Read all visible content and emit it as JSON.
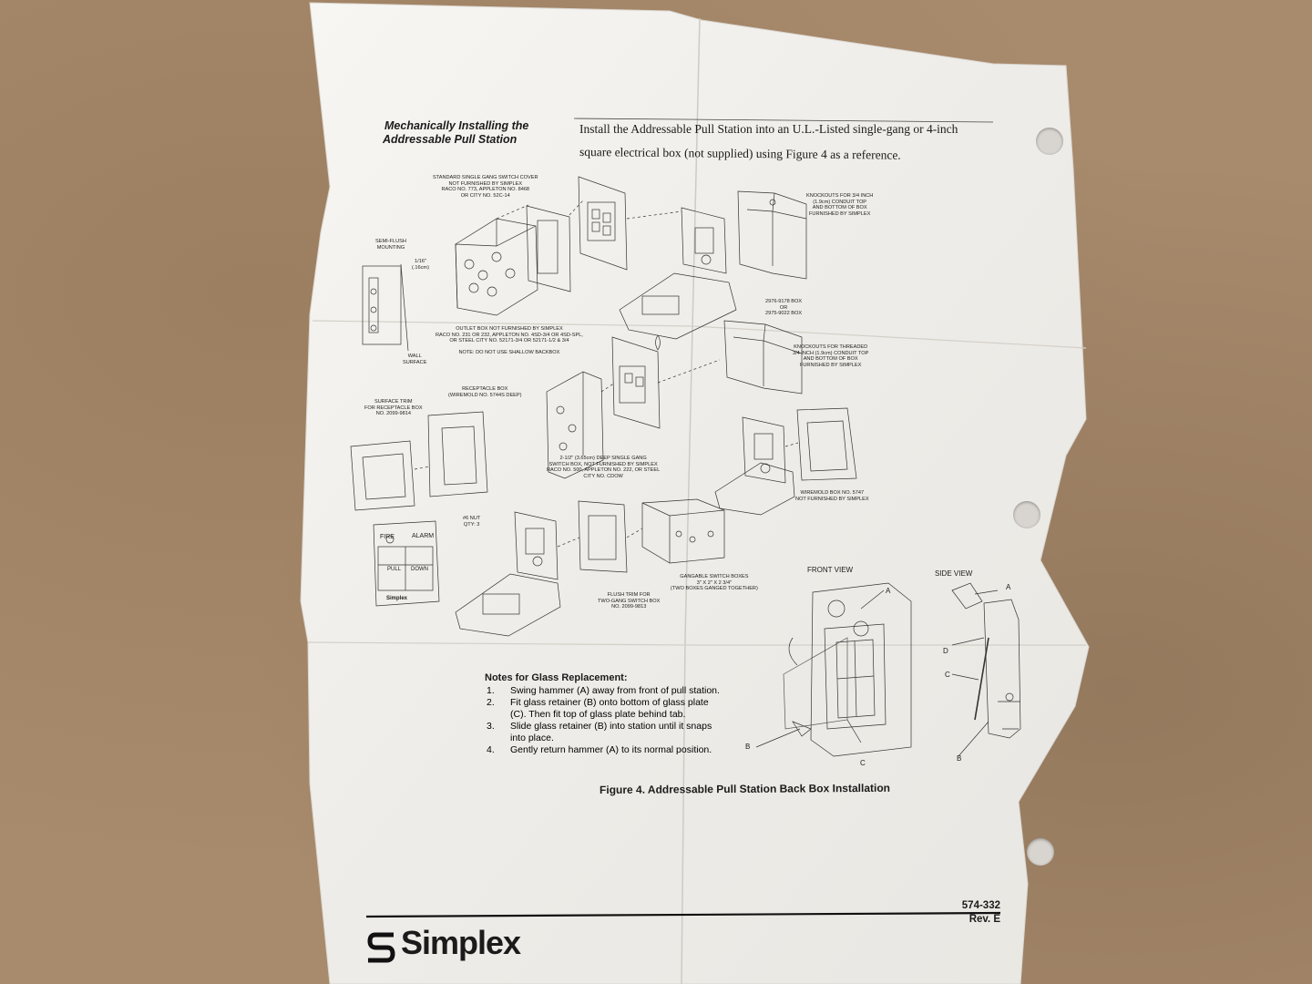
{
  "document": {
    "heading_line1": "Mechanically Installing the",
    "heading_line2": "Addressable Pull Station",
    "intro_line1": "Install the Addressable Pull Station into an U.L.-Listed single-gang or 4-inch",
    "intro_line2": "square electrical box (not supplied) using Figure 4 as a reference.",
    "labels": {
      "std_cover_1": "STANDARD SINGLE GANG SWITCH COVER",
      "std_cover_2": "NOT FURNISHED BY SIMPLEX",
      "std_cover_3": "RACO NO. 773, APPLETON NO. 8468",
      "std_cover_4": "OR CITY NO. 52C-14",
      "knock_34_1": "KNOCKOUTS FOR 3/4 INCH",
      "knock_34_2": "(1.9cm) CONDUIT TOP",
      "knock_34_3": "AND BOTTOM OF BOX",
      "knock_34_4": "FURNISHED BY SIMPLEX",
      "semi_flush_1": "SEMI-FLUSH",
      "semi_flush_2": "MOUNTING",
      "dim_1": "1/16\"",
      "dim_2": "(.16cm)",
      "wall_1": "WALL",
      "wall_2": "SURFACE",
      "outlet_1": "OUTLET BOX NOT FURNISHED BY SIMPLEX",
      "outlet_2": "RACO NO. 231 OR 232, APPLETON NO. 4SD-3/4 OR 4SD-SPL,",
      "outlet_3": "OR STEEL CITY NO. 52171-3/4 OR 52171-1/2 & 3/4",
      "outlet_note": "NOTE: DO NOT USE SHALLOW BACKBOX",
      "box_2976_1": "2976-9178 BOX",
      "box_2976_2": "OR",
      "box_2976_3": "2975-9022 BOX",
      "knock_thr_1": "KNOCKOUTS FOR THREADED",
      "knock_thr_2": "3/4 INCH (1.9cm) CONDUIT TOP",
      "knock_thr_3": "AND BOTTOM OF BOX",
      "knock_thr_4": "FURNISHED BY SIMPLEX",
      "recept_1": "RECEPTACLE BOX",
      "recept_2": "(WIREMOLD NO. 5744S DEEP)",
      "surface_1": "SURFACE TRIM",
      "surface_2": "FOR RECEPTACLE BOX",
      "surface_3": "NO. 2099-9814",
      "deep_1": "2-1/2\" (3.65cm) DEEP SINGLE GANG",
      "deep_2": "SWITCH BOX, NOT FURNISHED BY SIMPLEX",
      "deep_3": "RACO NO. 500, APPLETON NO. 222, OR STEEL",
      "deep_4": "CITY NO. CDOW",
      "wiremold_1": "WIREMOLD BOX NO. 5747",
      "wiremold_2": "NOT FURNISHED BY SIMPLEX",
      "nut_1": "#6 NUT",
      "nut_2": "QTY: 3",
      "flush_1": "FLUSH TRIM FOR",
      "flush_2": "TWO-GANG SWITCH BOX",
      "flush_3": "NO. 2099-9813",
      "gang_1": "GANGABLE SWITCH BOXES",
      "gang_2": "3\" X 2\" X 2 3/4\"",
      "gang_3": "(TWO BOXES GANGED TOGETHER)",
      "front_view": "FRONT VIEW",
      "side_view": "SIDE VIEW",
      "fire": "FIRE",
      "alarm": "ALARM",
      "pull": "PULL",
      "down": "DOWN",
      "device_brand": "Simplex",
      "callout_a": "A",
      "callout_b": "B",
      "callout_c": "C",
      "callout_d": "D"
    },
    "notes": {
      "title": "Notes for Glass Replacement:",
      "items": [
        {
          "num": "1.",
          "text": "Swing hammer (A) away from front of pull station."
        },
        {
          "num": "2.",
          "text": "Fit glass retainer (B) onto bottom of glass plate"
        },
        {
          "num": "",
          "text": "(C).  Then fit top of glass plate behind tab."
        },
        {
          "num": "3.",
          "text": "Slide glass retainer (B) into station until it snaps"
        },
        {
          "num": "",
          "text": "into place."
        },
        {
          "num": "4.",
          "text": "Gently return hammer (A) to its normal position."
        }
      ]
    },
    "caption": "Figure 4.  Addressable Pull Station Back Box Installation",
    "doc_number": "574-332",
    "revision": "Rev. E",
    "brand": "Simplex"
  },
  "colors": {
    "background": "#a88a6c",
    "paper": "#f3f1ed",
    "ink": "#1b1b1b"
  }
}
